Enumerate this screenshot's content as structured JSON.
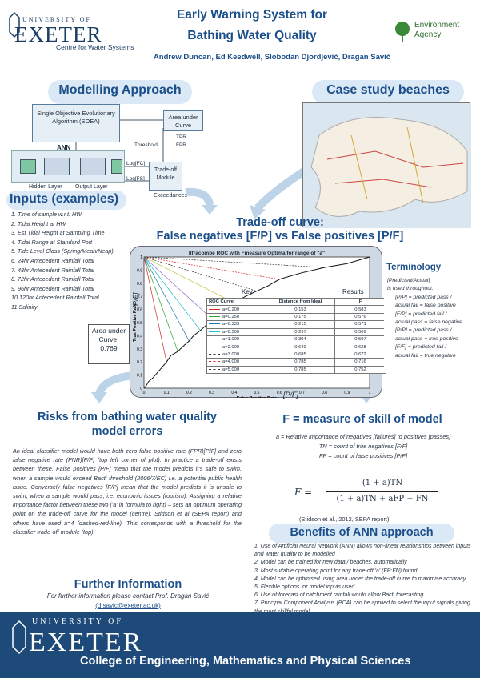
{
  "header": {
    "uni_small": "UNIVERSITY OF",
    "uni_big": "EXETER",
    "uni_centre": "Centre for Water Systems",
    "title_line1": "Early Warning System for",
    "title_line2": "Bathing Water Quality",
    "ea_logo_line1": "Environment",
    "ea_logo_line2": "Agency",
    "authors": "Andrew Duncan, Ed Keedwell, Slobodan Djordjević, Dragan Savić"
  },
  "modelling": {
    "title": "Modelling Approach",
    "soea": "Single Objective Evolutionary Algorithm (SOEA)",
    "auc_box": "Area under Curve",
    "ann_label": "ANN",
    "hidden_layer": "Hidden Layer",
    "output_layer": "Output Layer",
    "threshold": "Threshold",
    "tpr": "TPR",
    "fpr": "FPR",
    "logfc": "Log[FC]",
    "logfs": "Log[FS]",
    "tradeoff_module": "Trade-off Module",
    "exceedances": "Exceedances"
  },
  "case_study": {
    "title": "Case study beaches"
  },
  "inputs": {
    "title": "Inputs (examples)",
    "items": [
      "1. Time of sample w.r.t. HW",
      "2. Tidal Height at HW",
      "3. Est Tidal Height at Sampling Time",
      "4. Tidal Range at Standard Port",
      "5. Tide Level Class (Spring/Mean/Neap)",
      "6. 24hr Antecedent Rainfall Total",
      "7. 48hr Antecedent Rainfall Total",
      "8. 72hr Antecedent Rainfall Total",
      "9. 96hr Antecedent Rainfall Total",
      "10.120hr Antecedent Rainfall Total",
      "11.Salinity"
    ]
  },
  "tradeoff": {
    "title_line1": "Trade-off curve:",
    "title_line2": "False negatives [F/P] vs False positives [P/F]",
    "auc_label": "Area under Curve:",
    "auc_value": "0.769"
  },
  "chart_data": {
    "type": "line",
    "title": "Ilfracombe ROC with Fmeasure Optima for range of \"a\"",
    "xlabel": "False Positive Rate",
    "ylabel": "True Positive Rate",
    "x_annotation": "[P/F]",
    "y_annotation": "[P/F]",
    "xlim": [
      0,
      1
    ],
    "ylim": [
      0,
      1
    ],
    "xticks": [
      "0",
      "0.1",
      "0.2",
      "0.3",
      "0.4",
      "0.5",
      "0.6",
      "0.7",
      "0.8",
      "0.9",
      "1"
    ],
    "yticks": [
      "0",
      "0.1",
      "0.2",
      "0.3",
      "0.4",
      "0.5",
      "0.6",
      "0.7",
      "0.8",
      "0.9",
      "1"
    ],
    "key_header": "Key",
    "results_header": "Results",
    "table_headers": [
      "ROC Curve",
      "Distance from Ideal",
      "F"
    ],
    "series": [
      {
        "name": "a=0.200",
        "distance": "0.153",
        "f": "0.583",
        "color": "#d62728"
      },
      {
        "name": "a=0.250",
        "distance": "0.175",
        "f": "0.576",
        "color": "#2ca02c"
      },
      {
        "name": "a=0.333",
        "distance": "0.215",
        "f": "0.571",
        "color": "#1f77b4"
      },
      {
        "name": "a=0.500",
        "distance": "0.297",
        "f": "0.569",
        "color": "#17becf"
      },
      {
        "name": "a=1.000",
        "distance": "0.394",
        "f": "0.597",
        "color": "#9467bd"
      },
      {
        "name": "a=2.000",
        "distance": "0.649",
        "f": "0.628",
        "color": "#bcbd22"
      },
      {
        "name": "a=3.000",
        "distance": "0.685",
        "f": "0.672",
        "color": "#333333"
      },
      {
        "name": "a=4.000",
        "distance": "0.785",
        "f": "0.716",
        "color": "#d62728"
      },
      {
        "name": "a=5.000",
        "distance": "0.785",
        "f": "0.752",
        "color": "#333333"
      }
    ],
    "roc_x": [
      0,
      0.01,
      0.02,
      0.04,
      0.06,
      0.08,
      0.1,
      0.12,
      0.15,
      0.18,
      0.2,
      0.22,
      0.25,
      0.27,
      0.3,
      0.35,
      0.4,
      0.45,
      0.5,
      0.55,
      0.6,
      0.7,
      0.8,
      0.9,
      1.0
    ],
    "roc_y": [
      0,
      0.02,
      0.05,
      0.08,
      0.12,
      0.16,
      0.2,
      0.25,
      0.28,
      0.33,
      0.36,
      0.4,
      0.44,
      0.47,
      0.53,
      0.6,
      0.65,
      0.7,
      0.74,
      0.78,
      0.83,
      0.88,
      0.92,
      0.95,
      1.0
    ]
  },
  "terminology": {
    "title": "Terminology",
    "lines": [
      "[Predicted/Actual]",
      "is used throughout:",
      "[P/P] = predicted pass /",
      "actual fail = false positive",
      "[F/P] = predicted fail /",
      "actual pass = false negative",
      "[P/P] = predicted pass /",
      "actual pass = true positive",
      "[F/F] = predicted fail /",
      "actual fail = true negative"
    ]
  },
  "risks": {
    "title_line1": "Risks from bathing water quality",
    "title_line2": "model errors",
    "paragraph": "An ideal classifier model would have both zero false positive rate (FPR)[P/F] and zero false negative rate (FNR)[F/P] (top left corner of plot). In practice a trade-off exists between these. False positives [P/F] mean that the model predicts it's safe to swim, when a sample would exceed Bacti threshold (2006/7/EC) i.e. a potential public health issue. Conversely false negatives [F/P] mean that the model predicts it is unsafe to swim, when a sample would pass, i.e. economic issues (tourism). Assigning a relative importance factor between these two ('a' in formula to right) – sets an optimum operating point on the trade-off curve for the model (centre). Stidson et al (SEPA report) and others have used a=4 (dashed-red-line). This corresponds with a threshold for the classifier trade-off module (top)."
  },
  "fmeasure": {
    "title": "F = measure of skill of model",
    "line1": "a = Relative importance of negatives [failures] to positives [passes]",
    "line2": "TN = count of true negatives [F/F]",
    "line3": "FP = count of false positives [P/F]",
    "formula_lhs": "F =",
    "numerator": "(1 + a)TN",
    "denominator": "(1 + a)TN + aFP + FN",
    "citation": "(Stidson et al., 2012, SEPA report)"
  },
  "benefits": {
    "title": "Benefits of ANN approach",
    "items": [
      "1. Use of Artificial Neural Network (ANN) allows non-linear relationships between inputs and water quality to be modelled",
      "2. Model can be trained for new data / beaches, automatically",
      "3. Most suitable operating point for any trade-off 'a' (FP:FN) found",
      "4. Model can be optimised using area under the trade-off curve to maximise accuracy",
      "5. Flexible options for model inputs used",
      "6. Use of forecast of catchment rainfall would allow Bacti forecasting",
      "7. Principal Component Analysis (PCA) can be applied to select the input signals giving the most skillful model"
    ]
  },
  "further": {
    "title": "Further Information",
    "text": "For further information please contact Prof. Dragan Savić",
    "email": "(d.savic@exeter.ac.uk)"
  },
  "footer": {
    "uni_small": "UNIVERSITY OF",
    "uni_big": "EXETER",
    "college": "College of Engineering, Mathematics and Physical Sciences"
  }
}
